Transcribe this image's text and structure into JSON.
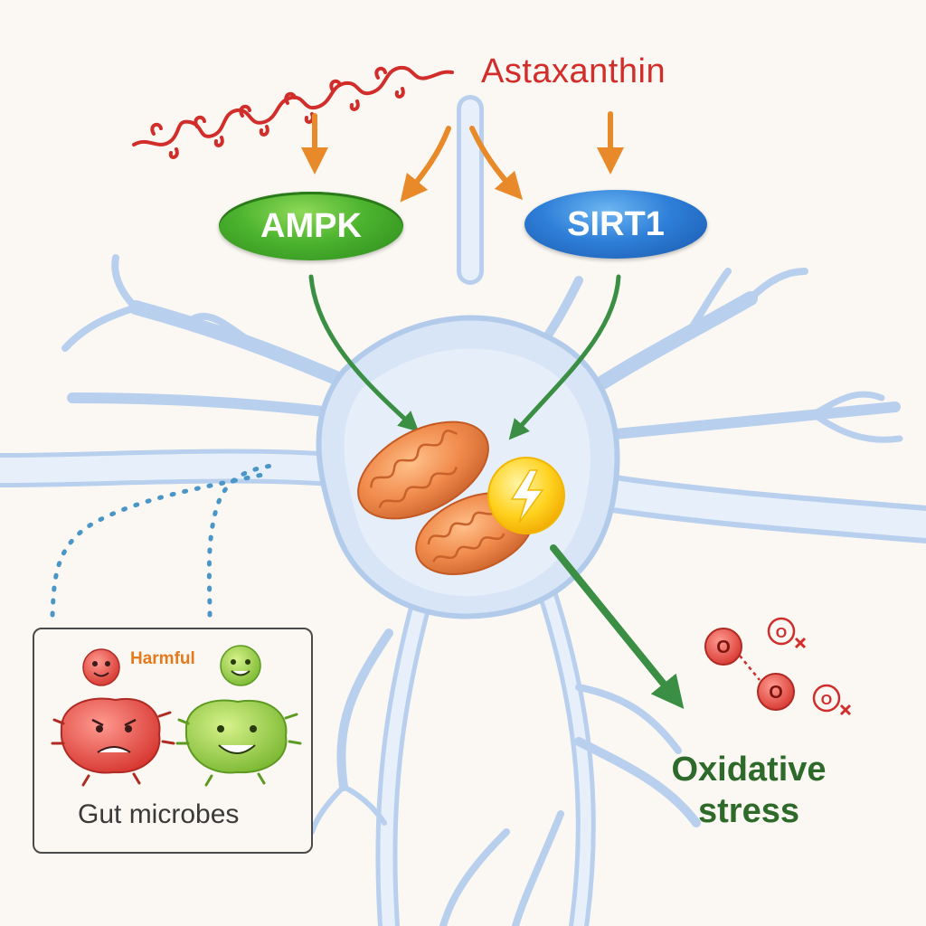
{
  "title": "Astaxanthin",
  "nodes": {
    "ampk": "AMPK",
    "sirt1": "SIRT1"
  },
  "microbes": {
    "harmful_label": "Harmful",
    "caption": "Gut microbes"
  },
  "outcome": {
    "line1": "Oxidative",
    "line2": "stress"
  },
  "ros_symbols": [
    "O",
    "O",
    "O",
    "O"
  ],
  "colors": {
    "astaxanthin": "#d12d2a",
    "ampk": "#4bb32e",
    "sirt1": "#2e7fd8",
    "arrow_orange": "#e88a2a",
    "arrow_green": "#3a8f44",
    "neuron": "#c9dcf2",
    "mitochondria": "#f08a4b",
    "energy": "#ffd21f",
    "harmful_microbe": "#e0443e",
    "beneficial_microbe": "#8cc63e"
  }
}
